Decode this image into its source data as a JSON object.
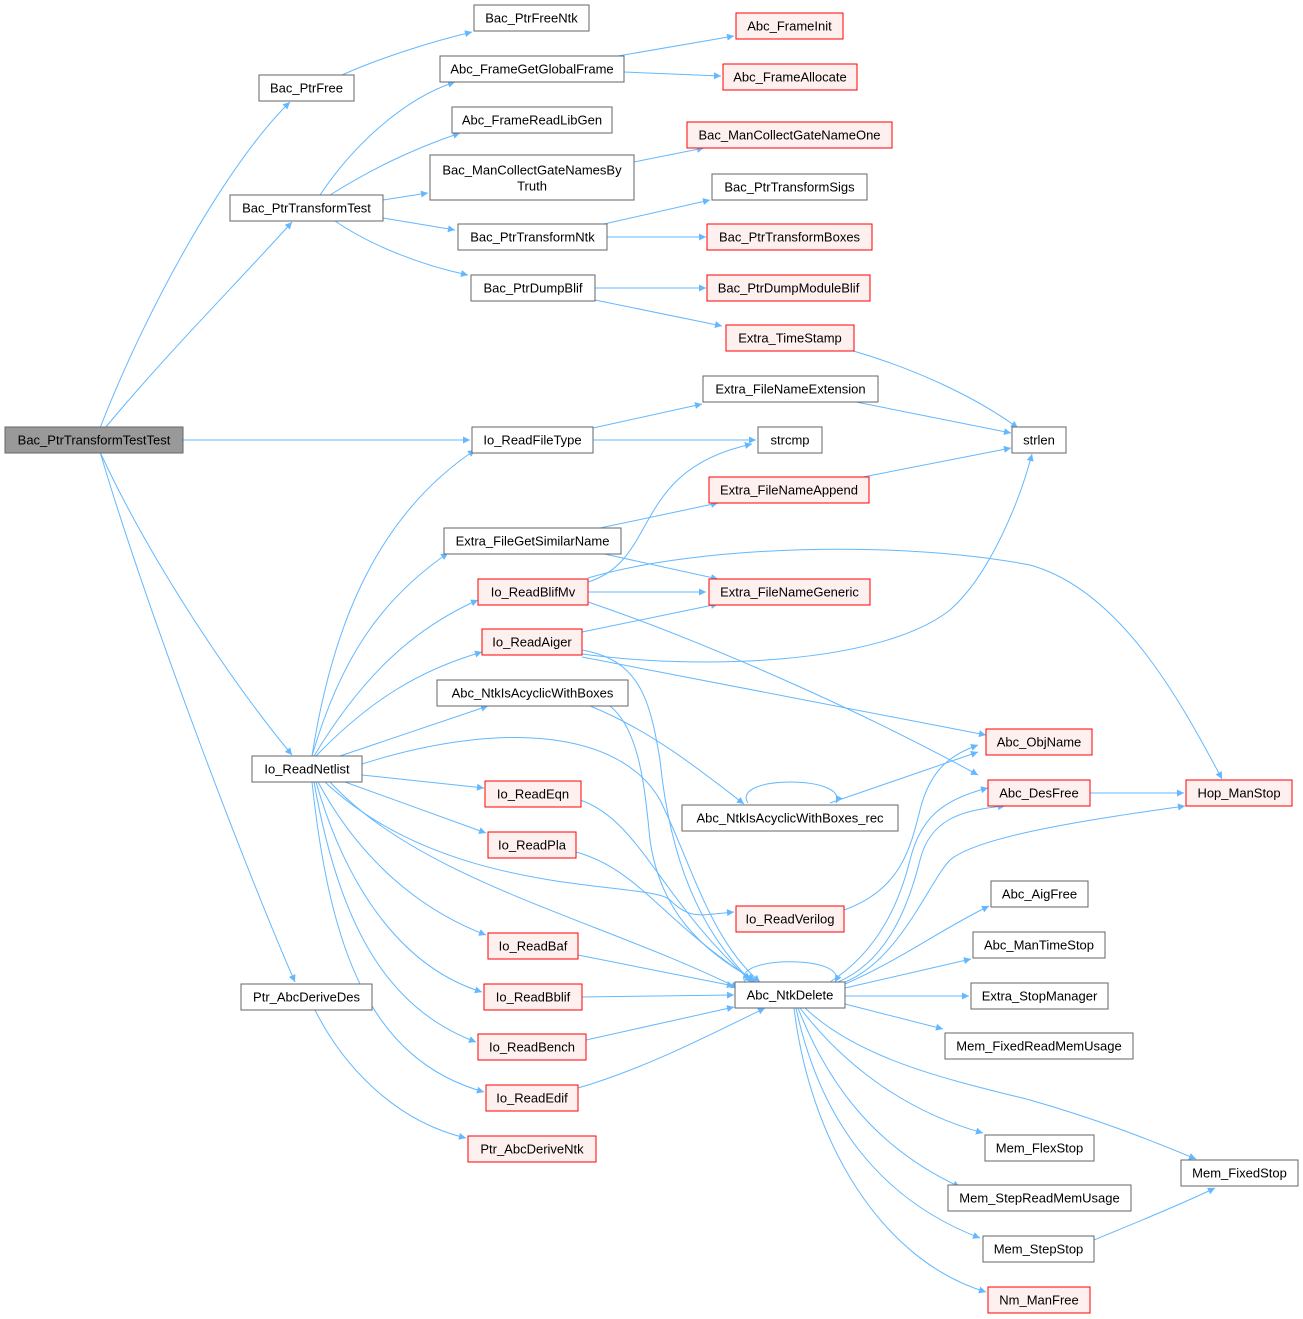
{
  "graph": {
    "edge_color": "#63b8ff",
    "node_border": "#666666",
    "node_border_external": "#ff0000",
    "node_fill_external": "#fff0f0",
    "root_fill": "#999999"
  },
  "nodes": [
    {
      "id": "n_root",
      "label": "Bac_PtrTransformTestTest",
      "kind": "root"
    },
    {
      "id": "n_bac_ptrfree",
      "label": "Bac_PtrFree",
      "kind": "normal"
    },
    {
      "id": "n_bac_ptrfreentk",
      "label": "Bac_PtrFreeNtk",
      "kind": "normal"
    },
    {
      "id": "n_bac_ptrtransformtest",
      "label": "Bac_PtrTransformTest",
      "kind": "normal"
    },
    {
      "id": "n_abc_framegetglobalframe",
      "label": "Abc_FrameGetGlobalFrame",
      "kind": "normal"
    },
    {
      "id": "n_abc_frameinit",
      "label": "Abc_FrameInit",
      "kind": "external"
    },
    {
      "id": "n_abc_frameallocate",
      "label": "Abc_FrameAllocate",
      "kind": "external"
    },
    {
      "id": "n_abc_framereadlibgen",
      "label": "Abc_FrameReadLibGen",
      "kind": "normal"
    },
    {
      "id": "n_bac_mancollectgatenamesbytruth",
      "label": "Bac_ManCollectGateNamesBy",
      "label2": "Truth",
      "kind": "normal"
    },
    {
      "id": "n_bac_mancollectgatenameone",
      "label": "Bac_ManCollectGateNameOne",
      "kind": "external"
    },
    {
      "id": "n_bac_ptrtransformntk",
      "label": "Bac_PtrTransformNtk",
      "kind": "normal"
    },
    {
      "id": "n_bac_ptrtransformsigs",
      "label": "Bac_PtrTransformSigs",
      "kind": "normal"
    },
    {
      "id": "n_bac_ptrtransformboxes",
      "label": "Bac_PtrTransformBoxes",
      "kind": "external"
    },
    {
      "id": "n_bac_ptrdumpblif",
      "label": "Bac_PtrDumpBlif",
      "kind": "normal"
    },
    {
      "id": "n_bac_ptrdumpmoduleblif",
      "label": "Bac_PtrDumpModuleBlif",
      "kind": "external"
    },
    {
      "id": "n_extra_timestamp",
      "label": "Extra_TimeStamp",
      "kind": "external"
    },
    {
      "id": "n_extra_filenameextension",
      "label": "Extra_FileNameExtension",
      "kind": "normal"
    },
    {
      "id": "n_io_readfiletype",
      "label": "Io_ReadFileType",
      "kind": "normal"
    },
    {
      "id": "n_strcmp",
      "label": "strcmp",
      "kind": "normal"
    },
    {
      "id": "n_strlen",
      "label": "strlen",
      "kind": "normal"
    },
    {
      "id": "n_extra_filenameappend",
      "label": "Extra_FileNameAppend",
      "kind": "external"
    },
    {
      "id": "n_extra_filegetsimilarname",
      "label": "Extra_FileGetSimilarName",
      "kind": "normal"
    },
    {
      "id": "n_io_readblifmv",
      "label": "Io_ReadBlifMv",
      "kind": "external"
    },
    {
      "id": "n_extra_filenamegeneric",
      "label": "Extra_FileNameGeneric",
      "kind": "external"
    },
    {
      "id": "n_io_readaiger",
      "label": "Io_ReadAiger",
      "kind": "external"
    },
    {
      "id": "n_abc_ntkisacyclicwithboxes",
      "label": "Abc_NtkIsAcyclicWithBoxes",
      "kind": "normal"
    },
    {
      "id": "n_abc_objname",
      "label": "Abc_ObjName",
      "kind": "external"
    },
    {
      "id": "n_io_readnetlist",
      "label": "Io_ReadNetlist",
      "kind": "normal"
    },
    {
      "id": "n_io_readeqn",
      "label": "Io_ReadEqn",
      "kind": "external"
    },
    {
      "id": "n_abc_ntkisacyclicwithboxes_rec",
      "label": "Abc_NtkIsAcyclicWithBoxes_rec",
      "kind": "normal"
    },
    {
      "id": "n_abc_desfree",
      "label": "Abc_DesFree",
      "kind": "external"
    },
    {
      "id": "n_hop_manstop",
      "label": "Hop_ManStop",
      "kind": "external"
    },
    {
      "id": "n_io_readpla",
      "label": "Io_ReadPla",
      "kind": "external"
    },
    {
      "id": "n_abc_aigfree",
      "label": "Abc_AigFree",
      "kind": "normal"
    },
    {
      "id": "n_io_readverilog",
      "label": "Io_ReadVerilog",
      "kind": "external"
    },
    {
      "id": "n_abc_mantimestop",
      "label": "Abc_ManTimeStop",
      "kind": "normal"
    },
    {
      "id": "n_io_readbaf",
      "label": "Io_ReadBaf",
      "kind": "external"
    },
    {
      "id": "n_abc_ntkdelete",
      "label": "Abc_NtkDelete",
      "kind": "normal"
    },
    {
      "id": "n_ptr_abcderivedes",
      "label": "Ptr_AbcDeriveDes",
      "kind": "normal"
    },
    {
      "id": "n_io_readbblif",
      "label": "Io_ReadBblif",
      "kind": "external"
    },
    {
      "id": "n_extra_stopmanager",
      "label": "Extra_StopManager",
      "kind": "normal"
    },
    {
      "id": "n_io_readbench",
      "label": "Io_ReadBench",
      "kind": "external"
    },
    {
      "id": "n_mem_fixedreadmemusage",
      "label": "Mem_FixedReadMemUsage",
      "kind": "normal"
    },
    {
      "id": "n_io_readedif",
      "label": "Io_ReadEdif",
      "kind": "external"
    },
    {
      "id": "n_ptr_abcderiventk",
      "label": "Ptr_AbcDeriveNtk",
      "kind": "external"
    },
    {
      "id": "n_mem_flexstop",
      "label": "Mem_FlexStop",
      "kind": "normal"
    },
    {
      "id": "n_mem_fixedstop",
      "label": "Mem_FixedStop",
      "kind": "normal"
    },
    {
      "id": "n_mem_stepreadmemusage",
      "label": "Mem_StepReadMemUsage",
      "kind": "normal"
    },
    {
      "id": "n_mem_stepstop",
      "label": "Mem_StepStop",
      "kind": "normal"
    },
    {
      "id": "n_nm_manfree",
      "label": "Nm_ManFree",
      "kind": "external"
    }
  ]
}
